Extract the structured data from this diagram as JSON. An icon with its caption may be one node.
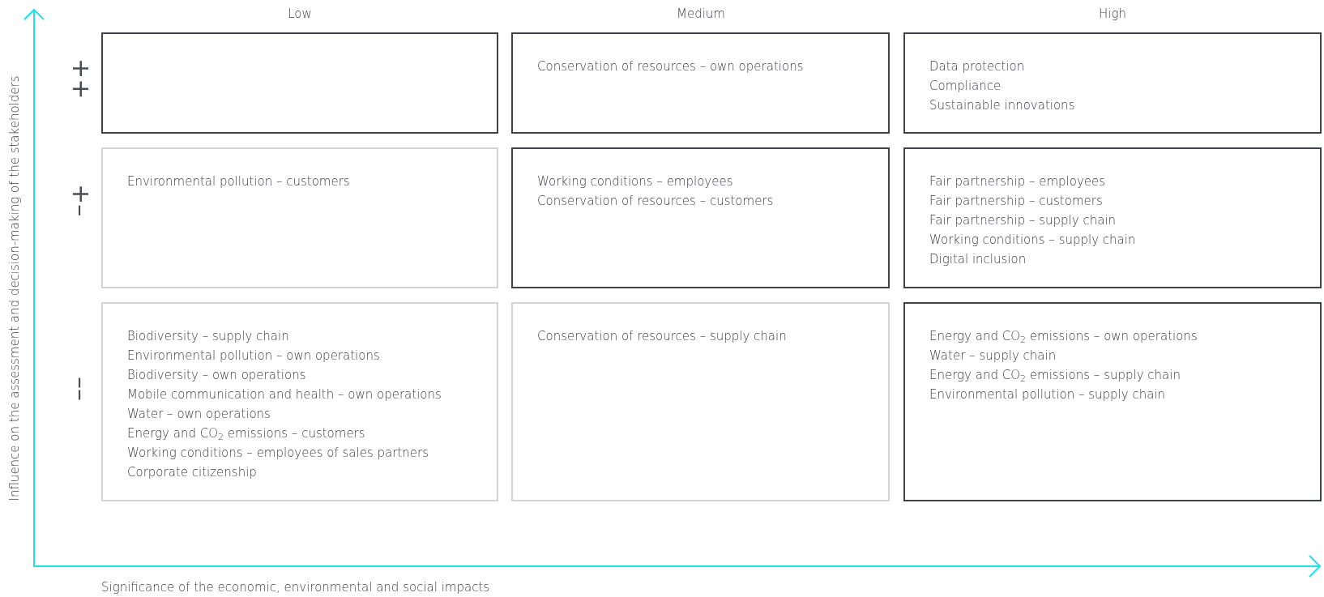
{
  "diagram": {
    "nodes": [
      {
        "text": [],
        "shape": "box"
      },
      {
        "text": [
          "Conservation of resources – own operations"
        ]
      },
      {
        "text": [
          "Data protection",
          "Compliance",
          "Sustainable innovations"
        ]
      },
      {
        "text": [
          "Environmental pollution – customers"
        ]
      },
      {
        "text": [
          "Working conditions – employees",
          "Conservation of resources – customers"
        ]
      },
      {
        "text": [
          "Fair partnership – employees",
          "Fair partnership – customers",
          "Fair partnership – supply chain",
          "Working conditions – supply chain",
          "Digital inclusion"
        ]
      },
      {
        "text": [
          "Biodiversity – supply chain",
          "Environmental pollution – own operations",
          "Biodiversity – own operations",
          "Mobile communication and health – own operations",
          "Water – own operations",
          "Energy and CO$_{2}$ emissions – customers",
          "Working conditions – employees of sales partners",
          "Corporate citizenship"
        ]
      },
      {
        "text": [
          "Conservation of resources – supply chain"
        ]
      },
      {
        "text": [
          "Energy and CO$_{2}$ emissions – own operations",
          "Water – supply chain",
          "Energy and CO$_{2}$ emissions – supply chain",
          "Environmental pollution – supply chain"
        ]
      }
    ],
    "labels": [
      "Low",
      "Medium",
      "High",
      "++",
      "+–",
      "––",
      "Influence on the assessment and decision-making of the stakeholders",
      "Significance of the economic, environmental and social impacts"
    ]
  }
}
